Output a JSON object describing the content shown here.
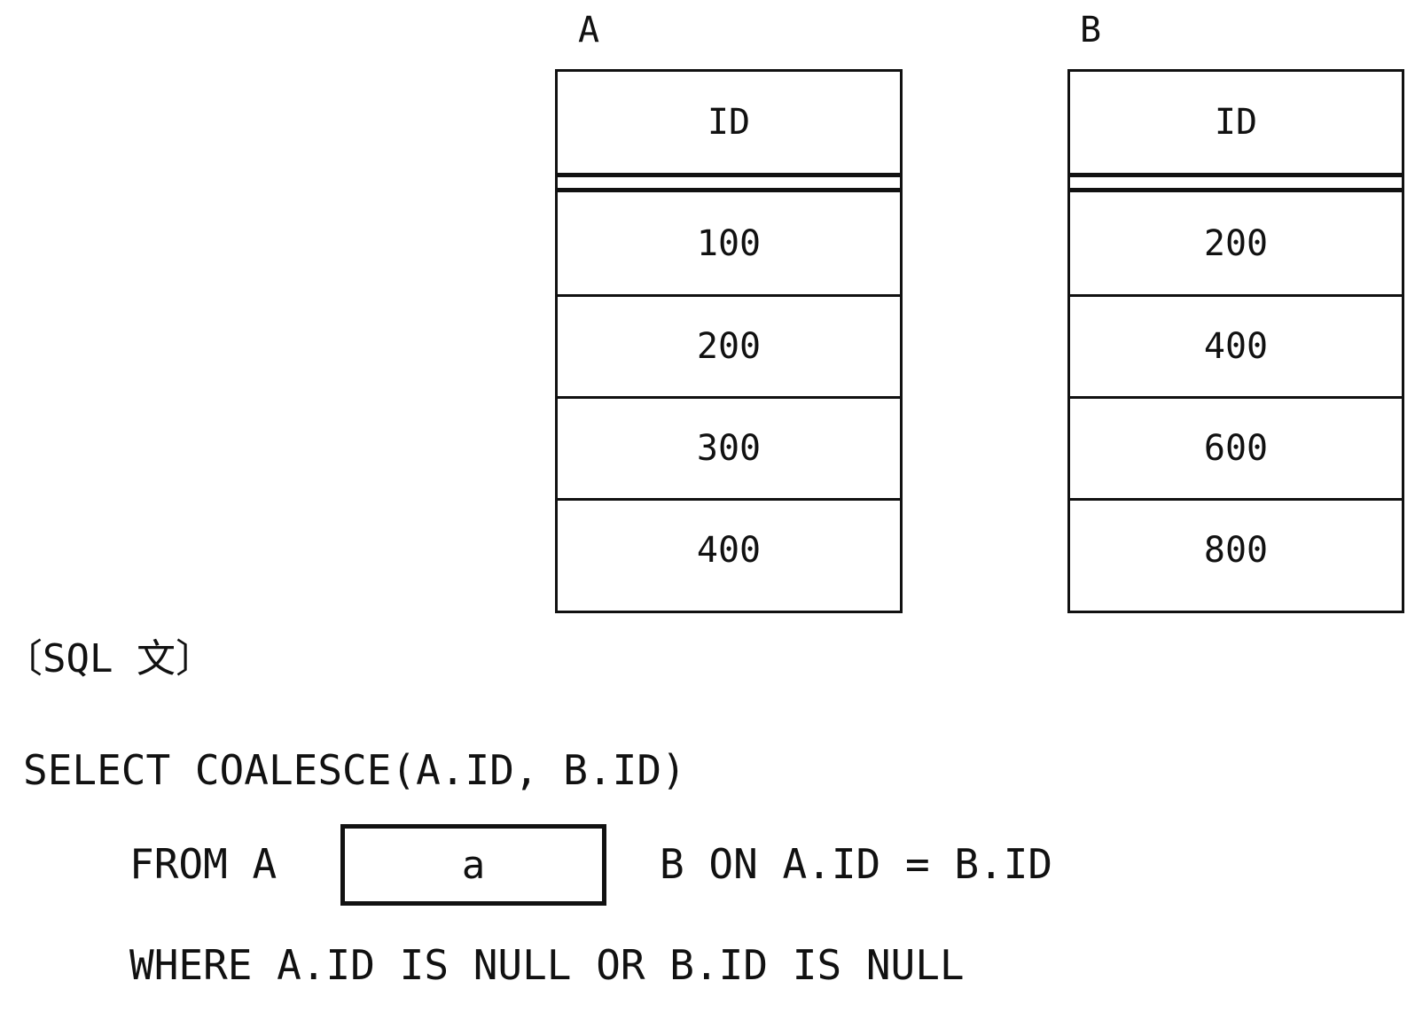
{
  "tables": [
    {
      "name": "A",
      "column": "ID",
      "rows": [
        "100",
        "200",
        "300",
        "400"
      ]
    },
    {
      "name": "B",
      "column": "ID",
      "rows": [
        "200",
        "400",
        "600",
        "800"
      ]
    }
  ],
  "sql": {
    "heading": "〔SQL 文〕",
    "line1": "SELECT COALESCE(A.ID, B.ID)",
    "line2_prefix": "FROM A",
    "blank_label": "a",
    "line2_suffix": "B ON A.ID = B.ID",
    "line3": "WHERE A.ID IS NULL OR B.ID IS NULL"
  }
}
